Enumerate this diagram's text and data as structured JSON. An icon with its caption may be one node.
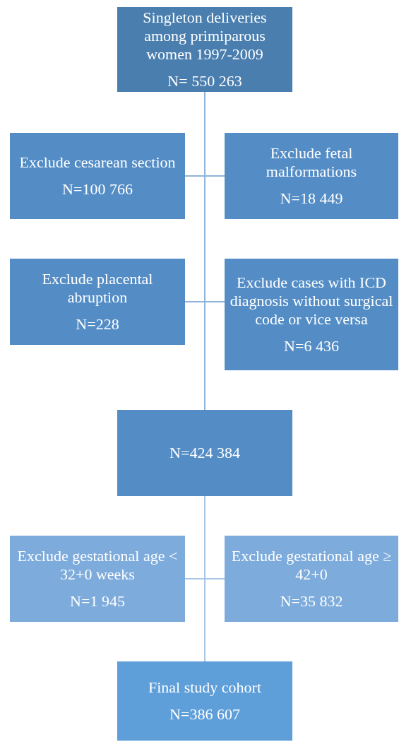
{
  "diagram": {
    "nodes": [
      {
        "text": [
          "Singleton deliveries among primiparous women 1997-2009",
          "N= 550 263"
        ]
      },
      {
        "text": [
          "Exclude cesarean section",
          "N=100 766"
        ]
      },
      {
        "text": [
          "Exclude fetal malformations",
          "N=18 449"
        ]
      },
      {
        "text": [
          "Exclude placental abruption",
          "N=228"
        ]
      },
      {
        "text": [
          "Exclude cases with ICD diagnosis without surgical code or vice versa",
          "N=6 436"
        ]
      },
      {
        "text": [
          "N=424 384"
        ]
      },
      {
        "text": [
          "Exclude gestational age < 32+0 weeks",
          "N=1 945"
        ]
      },
      {
        "text": [
          "Exclude gestational age ≥ 42+0",
          "N=35 832"
        ]
      },
      {
        "text": [
          "Final study cohort",
          "N=386 607"
        ]
      }
    ],
    "edges": [
      {
        "from": 0,
        "to": 1,
        "arrow": "none"
      },
      {
        "from": 0,
        "to": 2,
        "arrow": "none"
      },
      {
        "from": 0,
        "to": 3,
        "arrow": "none"
      },
      {
        "from": 0,
        "to": 4,
        "arrow": "none"
      },
      {
        "from": 0,
        "to": 5,
        "arrow": "none"
      },
      {
        "from": 5,
        "to": 6,
        "arrow": "none"
      },
      {
        "from": 5,
        "to": 7,
        "arrow": "none"
      },
      {
        "from": 5,
        "to": 8,
        "arrow": "none"
      }
    ]
  }
}
